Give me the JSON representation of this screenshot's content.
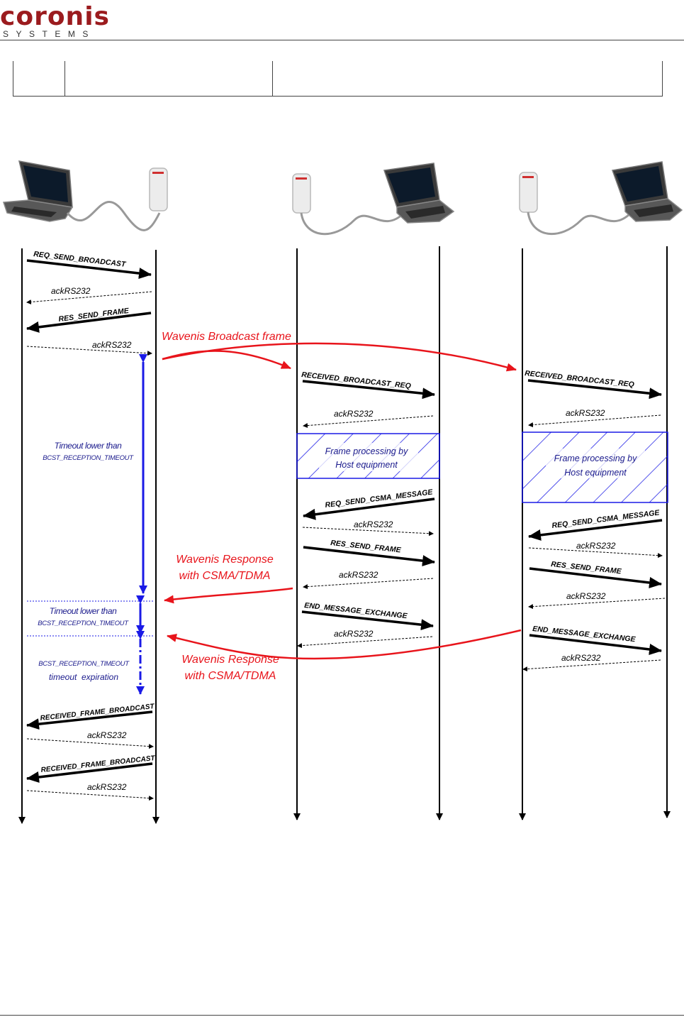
{
  "header": {
    "logo_text": "coronis",
    "logo_sub": "SYSTEMS"
  },
  "labels": {
    "req_send_broadcast": "REQ_SEND_BROADCAST",
    "ack1": "ackRS232",
    "res_send_frame_1": "RES_SEND_FRAME",
    "ack2": "ackRS232",
    "wavenis_broadcast_frame": "Wavenis Broadcast frame",
    "received_broadcast_req_1": "RECEIVED_BROADCAST_REQ",
    "received_broadcast_req_2": "RECEIVED_BROADCAST_REQ",
    "ack3": "ackRS232",
    "ack4": "ackRS232",
    "timeout_lower_than_1": "Timeout lower than",
    "bcst_reception_timeout_1": "BCST_RECEPTION_TIMEOUT",
    "frame_processing_1a": "Frame processing by",
    "frame_processing_1b": "Host equipment",
    "frame_processing_2a": "Frame processing by",
    "frame_processing_2b": "Host equipment",
    "req_send_csma_message_1": "REQ_SEND_CSMA_MESSAGE",
    "ack5": "ackRS232",
    "req_send_csma_message_2": "REQ_SEND_CSMA_MESSAGE",
    "ack6": "ackRS232",
    "res_send_frame_2": "RES_SEND_FRAME",
    "res_send_frame_3": "RES_SEND_FRAME",
    "wavenis_response_1a": "Wavenis Response",
    "wavenis_response_1b": "with CSMA/TDMA",
    "ack7": "ackRS232",
    "ack8": "ackRS232",
    "timeout_lower_than_2": "Timeout lower than",
    "bcst_reception_timeout_2": "BCST_RECEPTION_TIMEOUT",
    "end_message_exchange_1": "END_MESSAGE_EXCHANGE",
    "end_message_exchange_2": "END_MESSAGE_EXCHANGE",
    "ack9": "ackRS232",
    "ack10": "ackRS232",
    "bcst_reception_timeout_3": "BCST_RECEPTION_TIMEOUT",
    "timeout_expiration": "timeout  expiration",
    "wavenis_response_2a": "Wavenis Response",
    "wavenis_response_2b": "with CSMA/TDMA",
    "received_frame_broadcast_1": "RECEIVED_FRAME_BROADCAST",
    "ack11": "ackRS232",
    "received_frame_broadcast_2": "RECEIVED_FRAME_BROADCAST",
    "ack12": "ackRS232"
  },
  "colors": {
    "brand": "#9b1b1e",
    "red_flow": "#e8141b",
    "blue_timer": "#1a1ae6",
    "navy_text": "#1a1a8c",
    "black": "#000000"
  }
}
